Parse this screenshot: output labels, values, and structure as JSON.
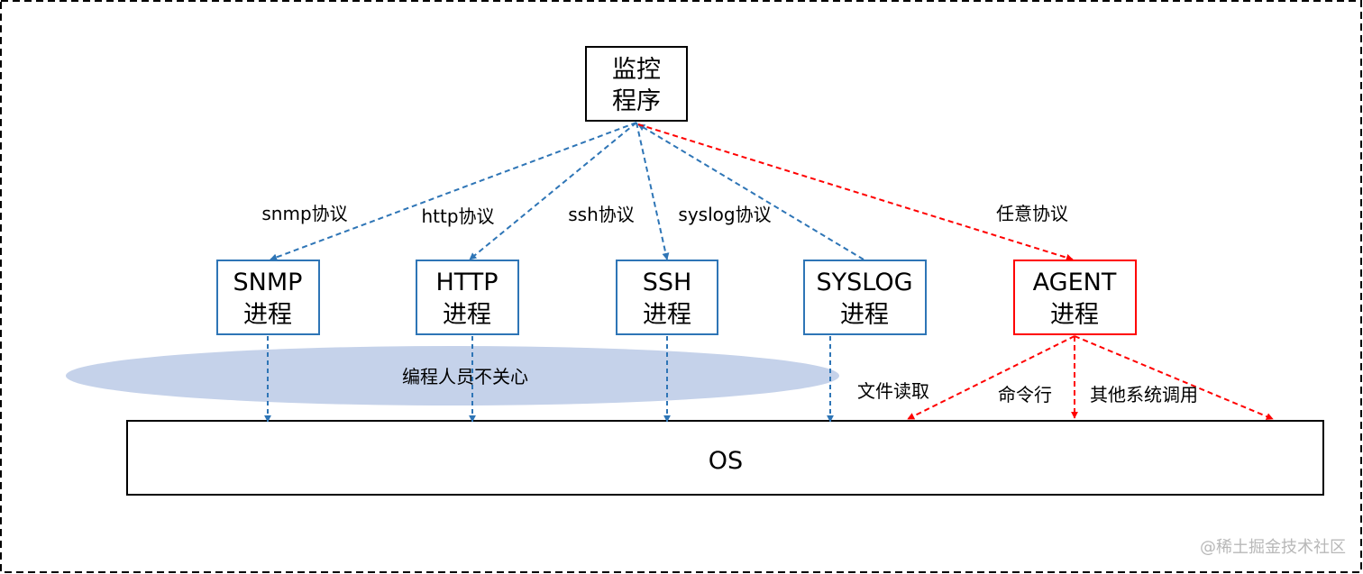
{
  "monitor": {
    "line1": "监控",
    "line2": "程序"
  },
  "processes": [
    {
      "id": "snmp",
      "line1": "SNMP",
      "line2": "进程"
    },
    {
      "id": "http",
      "line1": "HTTP",
      "line2": "进程"
    },
    {
      "id": "ssh",
      "line1": "SSH",
      "line2": "进程"
    },
    {
      "id": "syslog",
      "line1": "SYSLOG",
      "line2": "进程"
    },
    {
      "id": "agent",
      "line1": "AGENT",
      "line2": "进程"
    }
  ],
  "protocol_labels": {
    "snmp": "snmp协议",
    "http": "http协议",
    "ssh": "ssh协议",
    "syslog": "syslog协议",
    "agent": "任意协议"
  },
  "ellipse_label": "编程人员不关心",
  "agent_actions": {
    "file_read": "文件读取",
    "command_line": "命令行",
    "other_syscalls": "其他系统调用"
  },
  "os_label": "OS",
  "watermark": "@稀土掘金技术社区",
  "colors": {
    "blue": "#2e75b6",
    "red": "#ff0000",
    "ellipse_fill": "#c5d2ea",
    "black": "#000000"
  }
}
